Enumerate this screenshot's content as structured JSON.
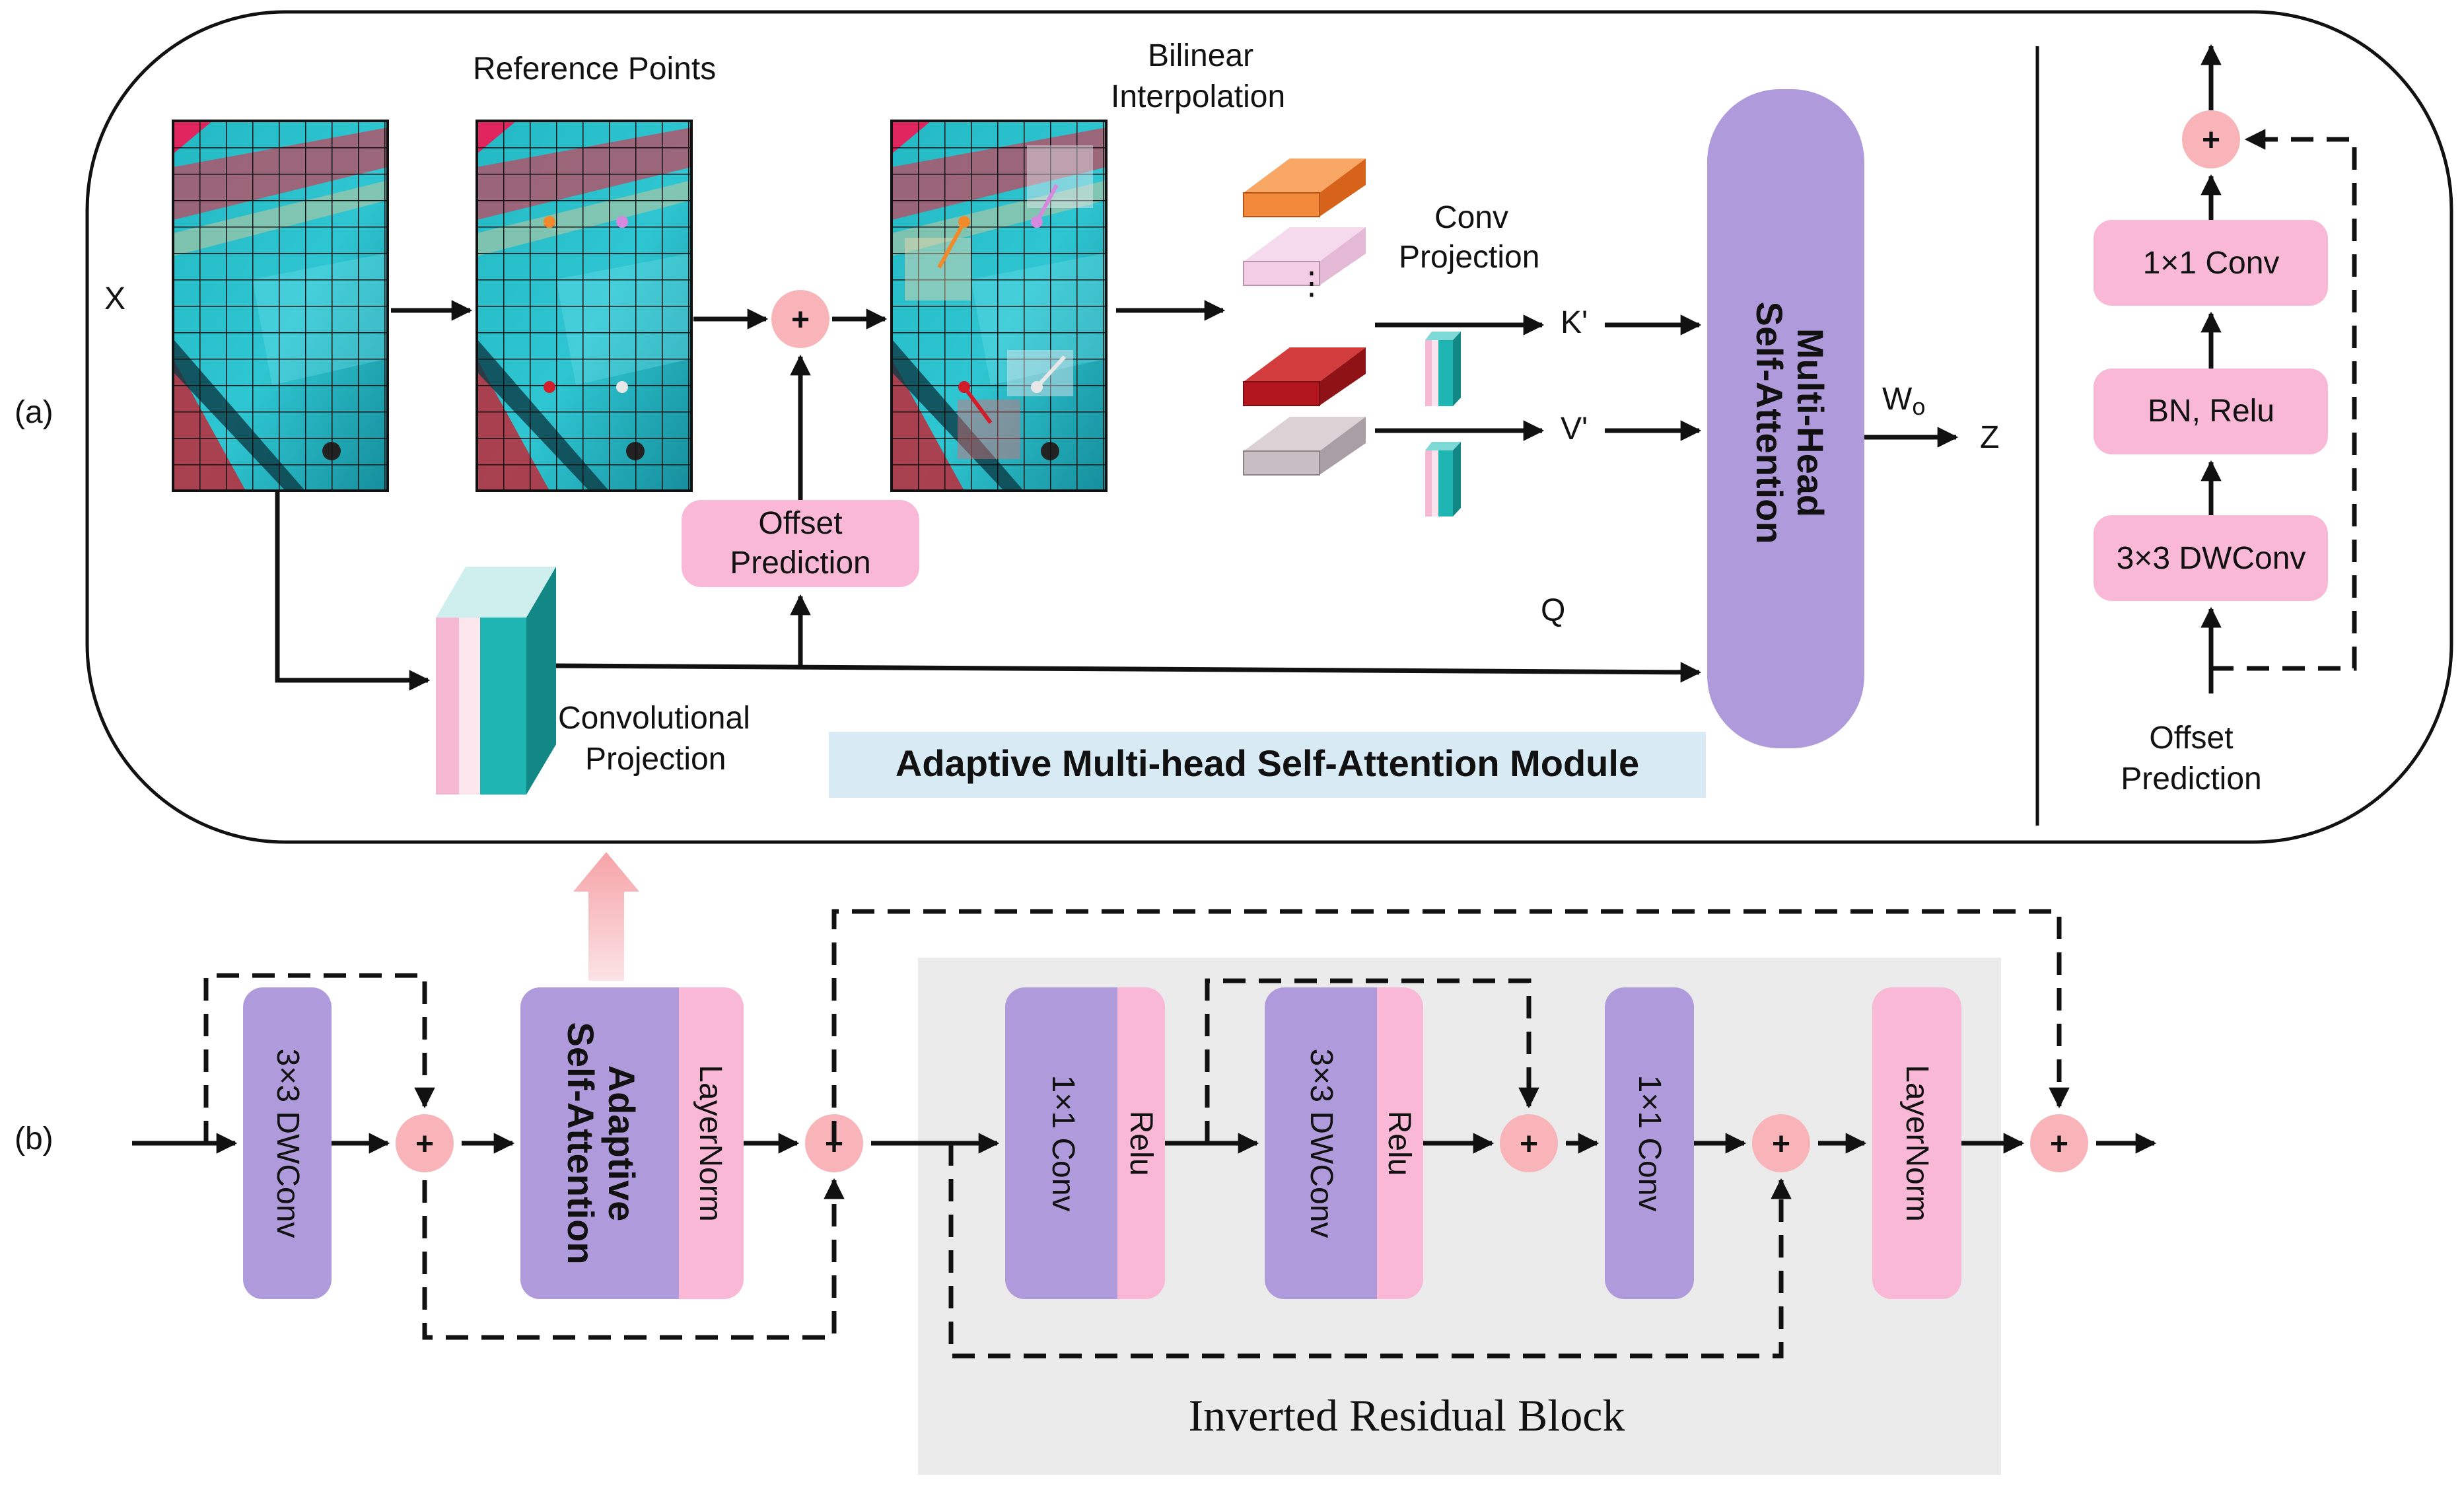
{
  "panel_labels": {
    "a": "(a)",
    "b": "(b)"
  },
  "module_a": {
    "title": "Adaptive Multi-head Self-Attention Module",
    "input_label": "X",
    "reference_points_label": "Reference Points",
    "bilinear_line1": "Bilinear",
    "bilinear_line2": "Interpolation",
    "conv_proj_line1": "Conv",
    "conv_proj_line2": "Projection",
    "k_label": "K'",
    "v_label": "V'",
    "q_label": "Q",
    "wo_label": "W",
    "wo_sub": "o",
    "z_label": "Z",
    "mhsa_line1": "Multi-Head",
    "mhsa_line2": "Self-Attention",
    "offset_line1": "Offset",
    "offset_line2": "Prediction",
    "convproj_line1": "Convolutional",
    "convproj_line2": "Projection",
    "ellipsis": "⋮",
    "plus": "+"
  },
  "offset_detail": {
    "conv1x1": "1×1 Conv",
    "bn_relu": "BN, Relu",
    "dwconv": "3×3 DWConv",
    "caption_line1": "Offset",
    "caption_line2": "Prediction",
    "plus": "+"
  },
  "block_b": {
    "dwconv": "3×3 DWConv",
    "adaptive_line1": "Adaptive",
    "adaptive_line2": "Self-Attention",
    "layernorm": "LayerNorm",
    "irb_conv1": "1×1 Conv",
    "irb_relu1": "Relu",
    "irb_dwconv": "3×3 DWConv",
    "irb_relu2": "Relu",
    "irb_conv2": "1×1 Conv",
    "irb_layernorm": "LayerNorm",
    "irb_title": "Inverted Residual Block",
    "plus": "+"
  },
  "colors": {
    "purple": "#AF9BDB",
    "pink": "#F9B8D6",
    "pink_add": "#F8B4B8",
    "teal": "#1FB5B2",
    "title_bg": "#D8EAF4",
    "irb_bg": "#EBEBEB"
  }
}
